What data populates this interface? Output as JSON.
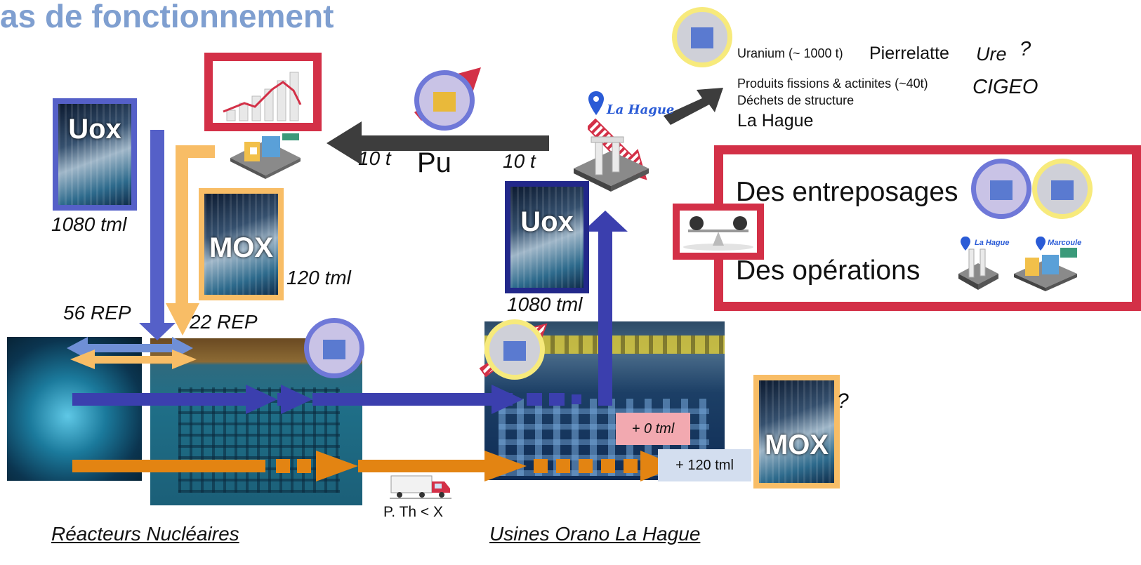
{
  "title": "as de fonctionnement",
  "fuel_cards": {
    "uox_top": "Uox",
    "mox_top": "MOX",
    "uox_hague": "Uox",
    "mox_right": "MOX"
  },
  "labels": {
    "uox_top_qty": "1080 tml",
    "mox_top_qty": "120 tml",
    "uox_hague_qty": "1080 tml",
    "rep_56": "56 REP",
    "rep_22": "22 REP",
    "pu": "Pu",
    "pu_left": "10 t",
    "pu_right": "10 t",
    "plus_0": "+ 0 tml",
    "plus_120": "+ 120 tml",
    "truck_caption": "P. Th < X",
    "question_mox": "?",
    "reactors": "Réacteurs Nucléaires",
    "hague_plants": "Usines Orano La Hague",
    "la_hague_pin": "La Hague"
  },
  "outputs": {
    "uranium": "Uranium (~ 1000 t)",
    "pierrelatte": "Pierrelatte",
    "ure": "Ure",
    "ure_q": "?",
    "fissions": "Produits fissions & actinites (~40t)",
    "cigeo": "CIGEO",
    "structure": "Déchets de structure",
    "la_hague": "La Hague"
  },
  "summary": {
    "storage": "Des entreposages",
    "operations": "Des opérations",
    "pin_hague": "La Hague",
    "pin_marcoule": "Marcoule"
  },
  "colors": {
    "uox_blue": "#5560c8",
    "mox_orange": "#f8bd66",
    "flow_blue": "#3b3fae",
    "flow_orange": "#e38412",
    "red": "#d33047",
    "pu_arrow": "#3d3d3d",
    "title": "#7f9fd0"
  }
}
